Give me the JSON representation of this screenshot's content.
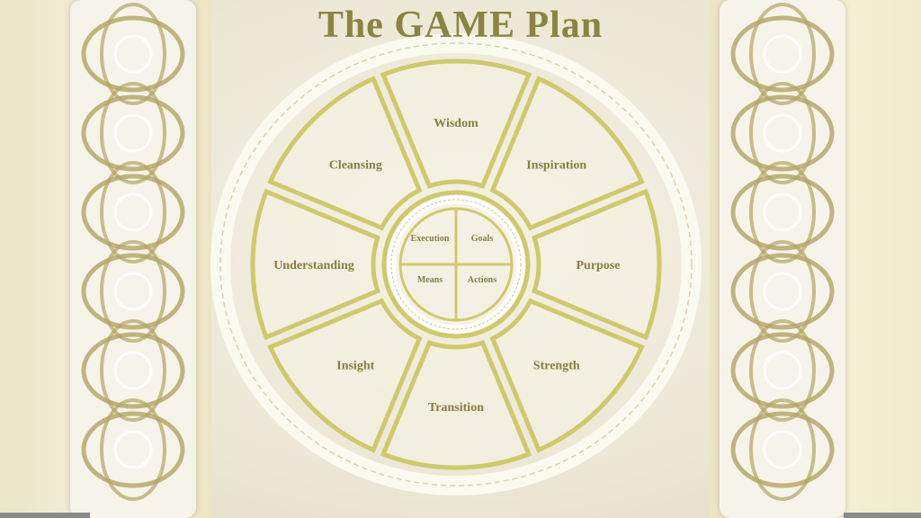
{
  "title": "The GAME Plan",
  "outer_segments": [
    "Purpose",
    "Strength",
    "Transition",
    "Insight",
    "Understanding",
    "Cleansing",
    "Wisdom",
    "Inspiration"
  ],
  "inner_quadrants": {
    "top_left": "Execution",
    "top_right": "Goals",
    "bottom_left": "Means",
    "bottom_right": "Actions"
  },
  "colors": {
    "segment_stroke": "#cfc96a",
    "text": "#86803f",
    "knot": "#b3a461"
  }
}
